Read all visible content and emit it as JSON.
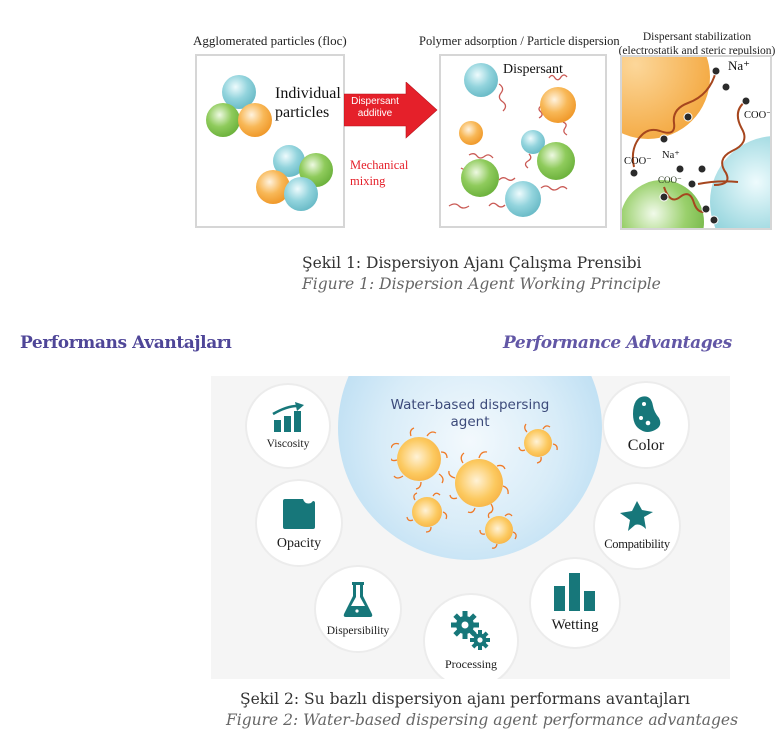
{
  "figure1": {
    "panel1": {
      "title": "Agglomerated particles (floc)",
      "label": "Individual particles",
      "label_line1": "Individual",
      "label_line2": "particles"
    },
    "arrow": {
      "label_line1": "Dispersant",
      "label_line2": "additive",
      "secondary_line1": "Mechanical",
      "secondary_line2": "mixing",
      "color": "#e5202a"
    },
    "panel2": {
      "title": "Polymer adsorption / Particle dispersion",
      "label": "Dispersant"
    },
    "panel3": {
      "title_line1": "Dispersant stabilization",
      "title_line2": "(electrostatik and steric repulsion)",
      "ion_na": "Na⁺",
      "ion_na2": "Na⁺",
      "ion_coo": "COO⁻"
    },
    "caption_tr": "Şekil 1: Dispersiyon Ajanı Çalışma Prensibi",
    "caption_en": "Figure 1: Dispersion Agent Working Principle"
  },
  "section": {
    "heading_tr": "Performans Avantajları",
    "heading_en": "Performance Advantages",
    "heading_color": "#4f4698"
  },
  "figure2": {
    "center_title_line1": "Water-based dispersing",
    "center_title_line2": "agent",
    "icon_color": "#17777a",
    "advantages": [
      {
        "label": "Viscosity",
        "icon": "chart-trend-up-icon"
      },
      {
        "label": "Opacity",
        "icon": "opacity-shape-icon"
      },
      {
        "label": "Dispersibility",
        "icon": "flask-icon"
      },
      {
        "label": "Processing",
        "icon": "gears-icon"
      },
      {
        "label": "Wetting",
        "icon": "bar-chart-icon"
      },
      {
        "label": "Compatibility",
        "icon": "puzzle-star-icon"
      },
      {
        "label": "Color",
        "icon": "palette-icon"
      }
    ],
    "caption_tr": "Şekil 2: Su bazlı dispersiyon ajanı performans avantajları",
    "caption_en": "Figure 2: Water-based dispersing agent performance advantages"
  }
}
